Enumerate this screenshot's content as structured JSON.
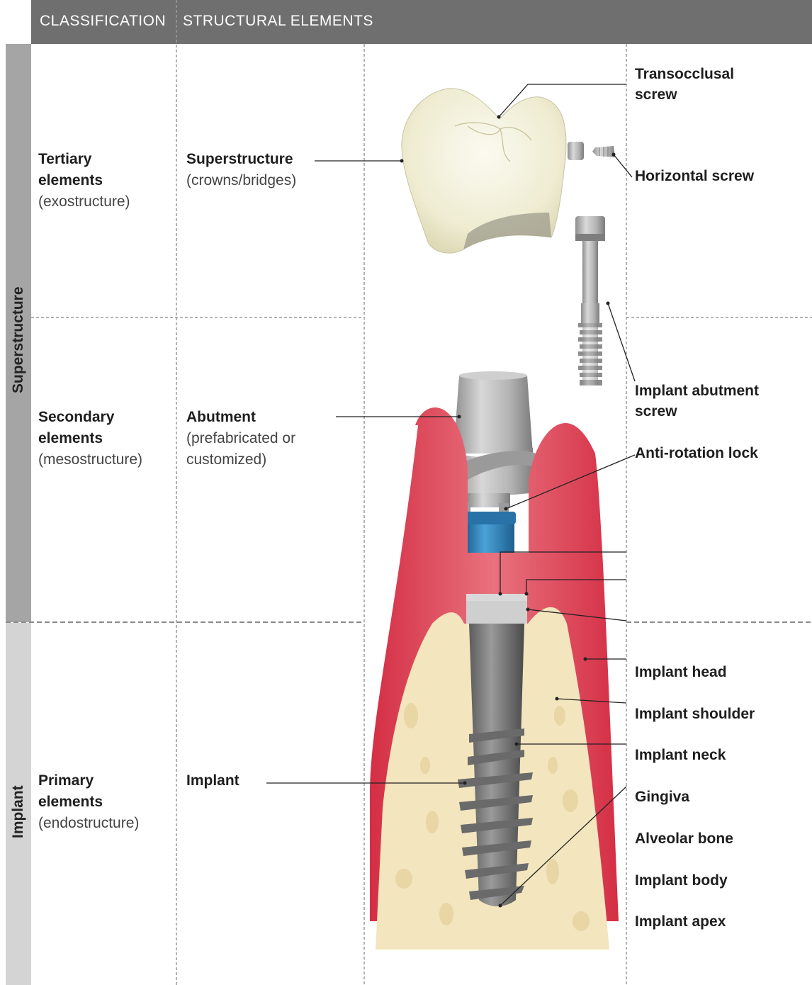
{
  "header": {
    "classification": "CLASSIFICATION",
    "structural_elements": "STRUCTURAL ELEMENTS"
  },
  "sidebar": {
    "superstructure": "Superstructure",
    "implant": "Implant"
  },
  "rows": {
    "tertiary": {
      "title_line1": "Tertiary",
      "title_line2": "elements",
      "subtitle": "(exostructure)",
      "element": "Superstructure",
      "element_detail": "(crowns/bridges)"
    },
    "secondary": {
      "title_line1": "Secondary",
      "title_line2": "elements",
      "subtitle": "(mesostructure)",
      "element": "Abutment",
      "element_detail_line1": "(prefabricated or",
      "element_detail_line2": "customized)"
    },
    "primary": {
      "title_line1": "Primary",
      "title_line2": "elements",
      "subtitle": "(endostructure)",
      "element": "Implant"
    }
  },
  "labels": {
    "transocclusal_line1": "Transocclusal",
    "transocclusal_line2": "screw",
    "horizontal_screw": "Horizontal screw",
    "abutment_screw_line1": "Implant abutment",
    "abutment_screw_line2": "screw",
    "anti_rotation_lock": "Anti-rotation lock",
    "implant_head": "Implant head",
    "implant_shoulder": "Implant shoulder",
    "implant_neck": "Implant neck",
    "gingiva": "Gingiva",
    "alveolar_bone": "Alveolar bone",
    "implant_body": "Implant body",
    "implant_apex": "Implant apex"
  },
  "colors": {
    "header": "#6f6f6f",
    "sidebar_superstructure": "#a5a5a5",
    "sidebar_implant": "#d4d4d4",
    "gingiva": "#d9374a",
    "bone": "#f1e3b8",
    "titanium": "#a9a9a9",
    "blue_analog": "#2f86c0",
    "crown": "#f0eed8"
  }
}
